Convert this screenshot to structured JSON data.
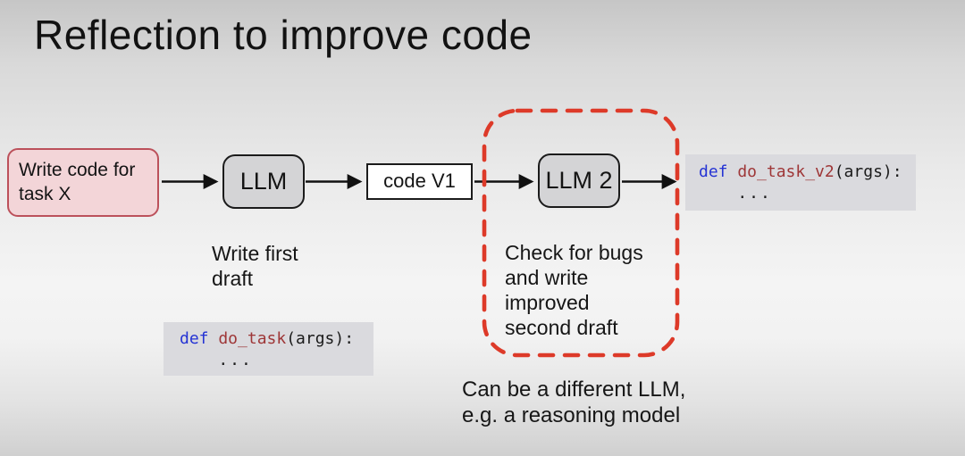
{
  "slide": {
    "title": "Reflection to improve code"
  },
  "flow": {
    "input_box": {
      "label": "Write code for\ntask X"
    },
    "llm_box": {
      "label": "LLM"
    },
    "code_v1_box": {
      "label": "code V1"
    },
    "llm2_box": {
      "label": "LLM 2"
    }
  },
  "captions": {
    "first_draft": "Write first\ndraft",
    "second_draft": "Check for bugs\nand write\nimproved\nsecond draft",
    "different_llm": "Can be a different LLM,\ne.g. a reasoning model"
  },
  "code_blocks": {
    "v1": {
      "keyword": "def",
      "function_name": "do_task",
      "signature": "(args):",
      "body": "..."
    },
    "v2": {
      "keyword": "def",
      "function_name": "do_task_v2",
      "signature": "(args):",
      "body": "..."
    }
  },
  "colors": {
    "keyword": "#2533d4",
    "function_name": "#9e3637",
    "code_text": "#1a1a1a",
    "code_block_bg": "#dadade",
    "input_box_bg": "#f3d5d8",
    "input_box_border": "#bc515b",
    "llm_box_bg": "#d4d4d6",
    "dashed_outline": "#dd3a29",
    "arrow": "#111111"
  }
}
